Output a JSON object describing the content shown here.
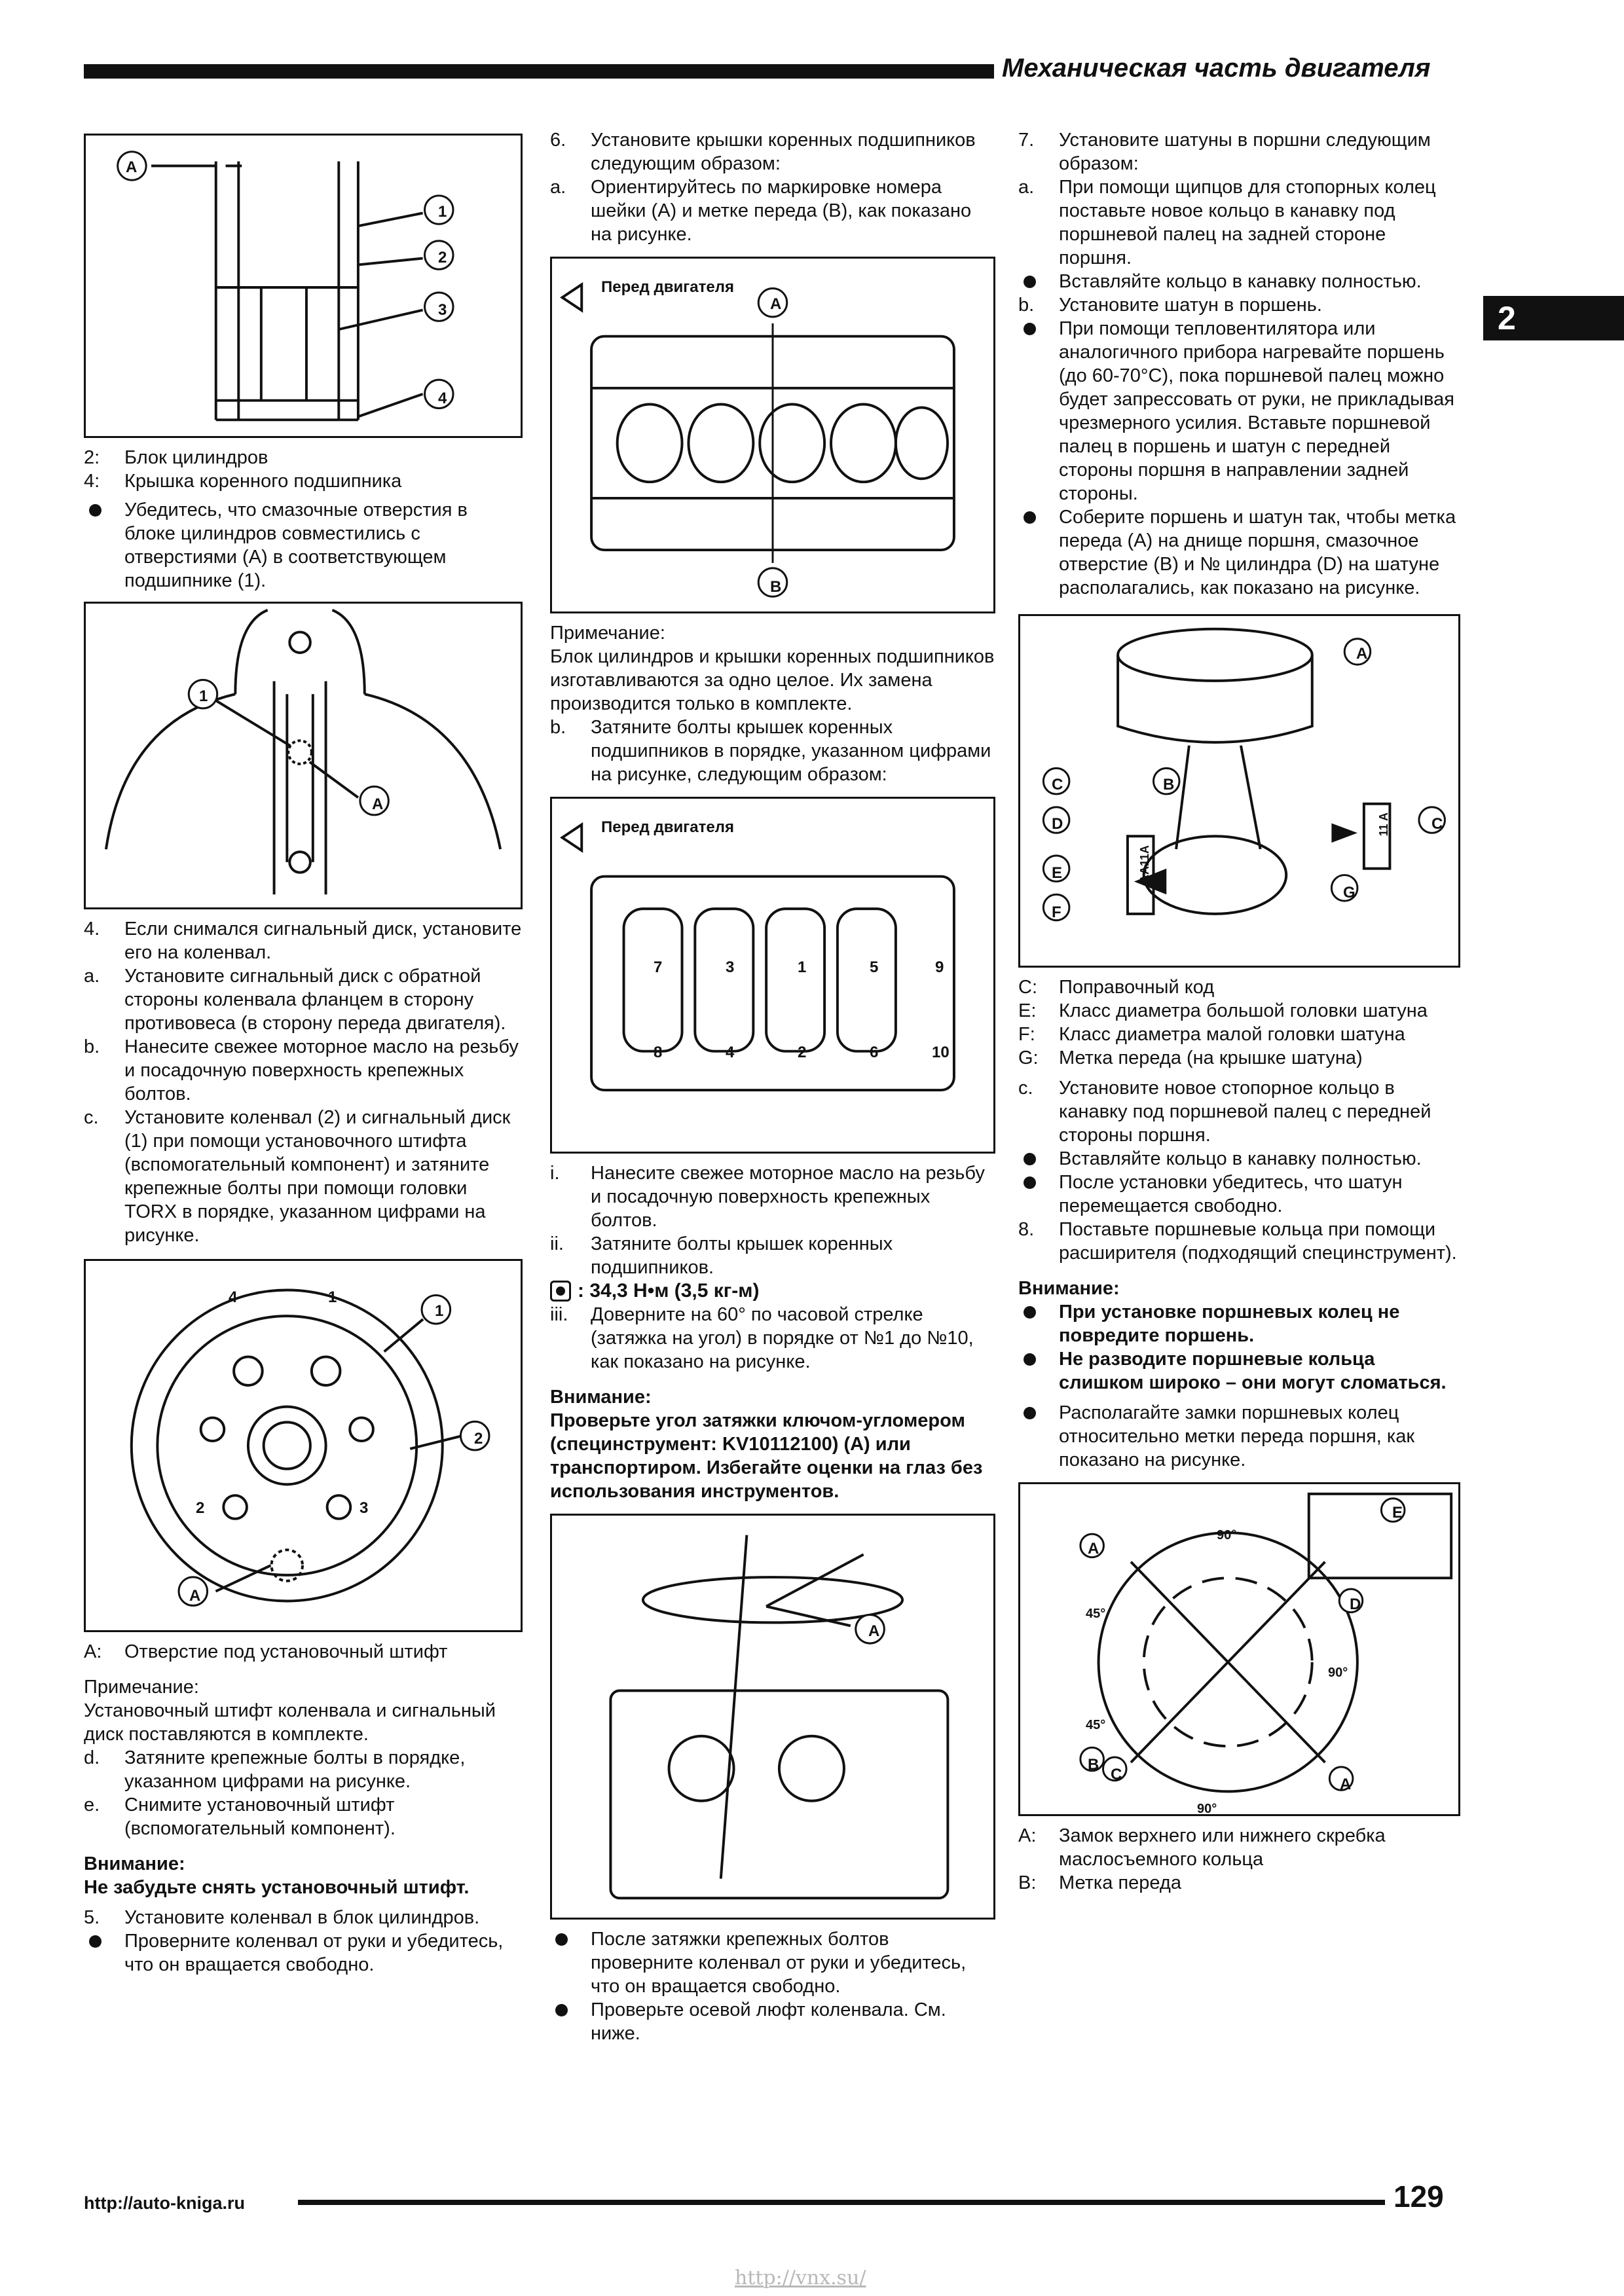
{
  "header": {
    "title": "Механическая часть двигателя",
    "chapter": "2"
  },
  "col1": {
    "fig1_labels": [
      "A",
      "1",
      "2",
      "3",
      "4"
    ],
    "cap1": [
      {
        "mark": "2:",
        "text": "Блок цилиндров"
      },
      {
        "mark": "4:",
        "text": "Крышка коренного подшипника"
      }
    ],
    "b1": "Убедитесь, что смазочные отверстия в блоке цилиндров совместились с отверстиями (А) в соответствующем подшипнике (1).",
    "fig2_labels": [
      "1",
      "A"
    ],
    "items1": [
      {
        "mark": "4.",
        "text": "Если снимался сигнальный диск, установите его на коленвал."
      },
      {
        "mark": "a.",
        "text": "Установите сигнальный диск с обратной стороны коленвала фланцем в сторону противовеса (в сторону передa двигателя)."
      },
      {
        "mark": "b.",
        "text": "Нанесите свежее моторное масло на резьбу и посадочную поверхность крепежных болтов."
      },
      {
        "mark": "c.",
        "text": "Установите коленвал (2) и сигнальный диск (1) при помощи установочного штифта (вспомогательный компонент) и затяните крепежные болты при помощи головки TORX в порядке, указанном цифрами на рисунке."
      }
    ],
    "fig3_labels": [
      "4",
      "1",
      "1",
      "2",
      "2",
      "3",
      "A"
    ],
    "cap3": {
      "mark": "A:",
      "text": "Отверстие под установочный штифт"
    },
    "note_title": "Примечание:",
    "note_text": "Установочный штифт коленвала и сигнальный диск поставляются в комплекте.",
    "items2": [
      {
        "mark": "d.",
        "text": "Затяните крепежные болты в порядке, указанном цифрами на рисунке."
      },
      {
        "mark": "e.",
        "text": "Снимите установочный штифт (вспомогательный компонент)."
      }
    ],
    "warn_title": "Внимание:",
    "warn_text": "Не забудьте снять установочный штифт.",
    "items3": [
      {
        "mark": "5.",
        "text": "Установите коленвал в блок цилиндров."
      }
    ],
    "b2": "Проверните коленвал от руки и убедитесь, что он вращается свободно."
  },
  "col2": {
    "items1": [
      {
        "mark": "6.",
        "text": "Установите крышки коренных подшипников следующим образом:"
      },
      {
        "mark": "a.",
        "text": "Ориентируйтесь по маркировке номера шейки (А) и метке передa (В), как показано на рисунке."
      }
    ],
    "fig4_caption": "Перед двигателя",
    "fig4_labels": [
      "A",
      "B"
    ],
    "note_title": "Примечание:",
    "note_text": "Блок цилиндров и крышки коренных подшипников изготавливаются за одно целое. Их замена производится только в комплекте.",
    "items2": [
      {
        "mark": "b.",
        "text": "Затяните болты крышек коренных подшипников в порядке, указанном цифрами на рисунке, следующим образом:"
      }
    ],
    "fig5_caption": "Перед двигателя",
    "fig5_numbers": [
      "7",
      "3",
      "1",
      "5",
      "9",
      "8",
      "4",
      "2",
      "6",
      "10"
    ],
    "items3": [
      {
        "mark": "i.",
        "text": "Нанесите свежее моторное масло на резьбу и посадочную поверхность крепежных болтов."
      },
      {
        "mark": "ii.",
        "text": "Затяните болты крышек коренных подшипников."
      }
    ],
    "torque": ": 34,3 Н•м (3,5 кг-м)",
    "items4": [
      {
        "mark": "iii.",
        "text": "Доверните на 60° по часовой стрелке (затяжка на угол) в порядке от №1 до №10, как показано на рисунке."
      }
    ],
    "warn_title": "Внимание:",
    "warn_text": "Проверьте угол затяжки ключом-угломером (специнструмент: KV10112100) (A) или транспортиром. Избегайте оценки на глаз без использования инструментов.",
    "fig6_labels": [
      "A"
    ],
    "b1": "После затяжки крепежных болтов проверните коленвал от руки и убедитесь, что он вращается свободно.",
    "b2": "Проверьте осевой люфт коленвала. См. ниже."
  },
  "col3": {
    "items1": [
      {
        "mark": "7.",
        "text": "Установите шатуны в поршни следующим образом:"
      },
      {
        "mark": "a.",
        "text": "При помощи щипцов для стопорных колец поставьте новое кольцо в канавку под поршневой палец на задней стороне поршня."
      }
    ],
    "b1": "Вставляйте кольцо в канавку полностью.",
    "items2": [
      {
        "mark": "b.",
        "text": "Установите шатун в поршень."
      }
    ],
    "b2": "При помощи тепловентилятора или аналогичного прибора нагревайте поршень (до 60-70°С), пока поршневой палец можно будет запрессовать от руки, не прикладывая чрезмерного усилия. Вставьте поршневой палец в поршень и шатун с передней стороны поршня в направлении задней стороны.",
    "b3": "Соберите поршень и шатун так, чтобы метка передa (А) на днище поршня, смазочное отверстие (В) и № цилиндра (D) на шатуне располагались, как показано на рисунке.",
    "fig7_labels": [
      "A",
      "C",
      "B",
      "D",
      "E",
      "F",
      "G",
      "C",
      "11 A",
      "AA11A"
    ],
    "cap7": [
      {
        "mark": "C:",
        "text": "Поправочный код"
      },
      {
        "mark": "E:",
        "text": "Класс диаметра большой головки шатуна"
      },
      {
        "mark": "F:",
        "text": "Класс диаметра малой головки шатуна"
      },
      {
        "mark": "G:",
        "text": "Метка передa (на крышке шатуна)"
      }
    ],
    "items3": [
      {
        "mark": "c.",
        "text": "Установите новое стопорное кольцо в канавку под поршневой палец с передней стороны поршня."
      }
    ],
    "b4": "Вставляйте кольцо в канавку полностью.",
    "b5": "После установки убедитесь, что шатун перемещается свободно.",
    "items4": [
      {
        "mark": "8.",
        "text": "Поставьте поршневые кольца при помощи расширителя (подходящий специнструмент)."
      }
    ],
    "warn_title": "Внимание:",
    "wb1": "При установке поршневых колец не повредите поршень.",
    "wb2": "Не разводите поршневые кольца слишком широко – они могут сломаться.",
    "b6": "Располагайте замки поршневых колец относительно метки передa поршня, как показано на рисунке.",
    "fig8_labels": [
      "E",
      "A",
      "90°",
      "D",
      "45°",
      "90°",
      "45°",
      "B",
      "C",
      "A",
      "90°"
    ],
    "cap8": [
      {
        "mark": "A:",
        "text": "Замок верхнего или нижнего скребка маслосъемного кольца"
      },
      {
        "mark": "B:",
        "text": "Метка передa"
      }
    ]
  },
  "footer": {
    "url": "http://auto-kniga.ru",
    "page": "129",
    "watermark": "http://vnx.su/"
  }
}
